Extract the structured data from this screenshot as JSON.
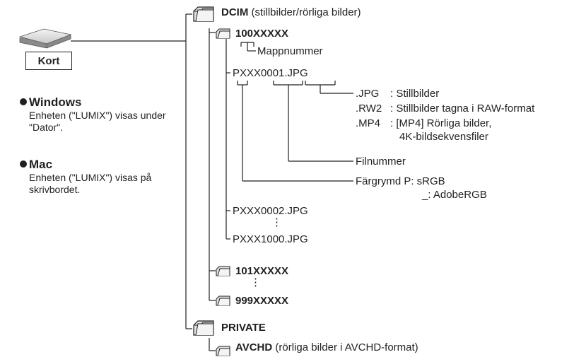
{
  "card": {
    "label": "Kort"
  },
  "windows": {
    "title": "Windows",
    "text": "Enheten (\"LUMIX\") visas under \"Dator\"."
  },
  "mac": {
    "title": "Mac",
    "text": "Enheten (\"LUMIX\") visas på skrivbordet."
  },
  "tree": {
    "dcim": {
      "name": "DCIM",
      "desc": "(stillbilder/rörliga bilder)"
    },
    "folder100": {
      "name": "100XXXXX"
    },
    "folder_number_label": "Mappnummer",
    "file_first": "PXXX0001.JPG",
    "extensions": [
      {
        "ext": ".JPG",
        "desc": ": Stillbilder"
      },
      {
        "ext": ".RW2",
        "desc": ": Stillbilder tagna i RAW-format"
      },
      {
        "ext": ".MP4",
        "desc": ": [MP4] Rörliga bilder,"
      },
      {
        "ext": "",
        "desc": "4K-bildsekvensfiler"
      }
    ],
    "file_number_label": "Filnummer",
    "color_space_label": "Färgrymd P: sRGB",
    "color_space_alt": "_: AdobeRGB",
    "file_second": "PXXX0002.JPG",
    "file_last": "PXXX1000.JPG",
    "vdots": "⋮",
    "folder101": {
      "name": "101XXXXX"
    },
    "folder999": {
      "name": "999XXXXX"
    },
    "private": {
      "name": "PRIVATE"
    },
    "avchd": {
      "name": "AVCHD",
      "desc": "(rörliga bilder i AVCHD-format)"
    }
  }
}
